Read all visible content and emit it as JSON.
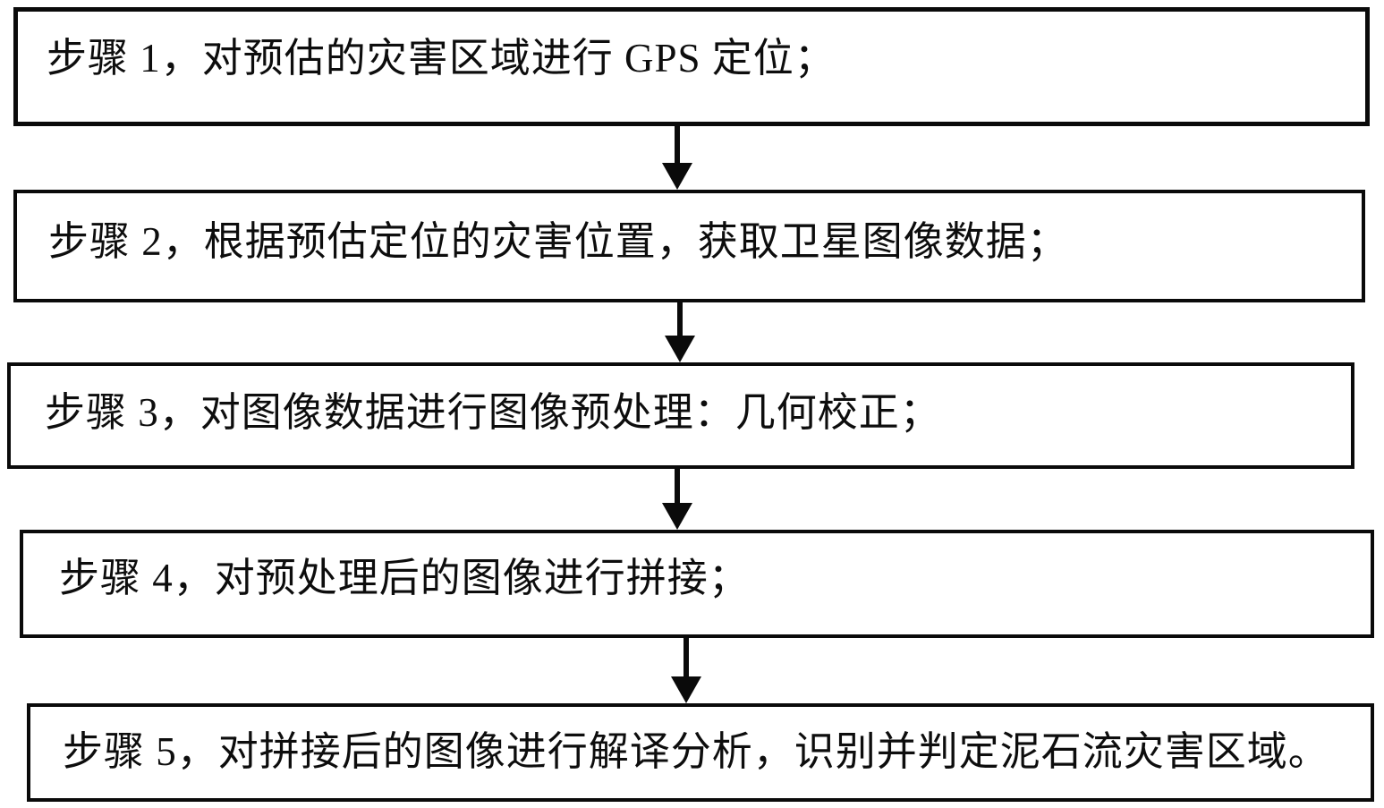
{
  "figure": {
    "type": "flowchart",
    "background_color": "#ffffff",
    "box_border_color": "#0a0a0a",
    "box_fill_color": "#ffffff",
    "text_color": "#0d0d0d",
    "connector": "down-arrow"
  },
  "steps": [
    {
      "id": "1",
      "text": "步骤 1，对预估的灾害区域进行 GPS 定位；"
    },
    {
      "id": "2",
      "text": "步骤 2，根据预估定位的灾害位置，获取卫星图像数据；"
    },
    {
      "id": "3",
      "text": "步骤 3，对图像数据进行图像预处理：几何校正；"
    },
    {
      "id": "4",
      "text": "步骤 4，对预处理后的图像进行拼接；"
    },
    {
      "id": "5",
      "text": "步骤 5，对拼接后的图像进行解译分析，识别并判定泥石流灾害区域。"
    }
  ]
}
